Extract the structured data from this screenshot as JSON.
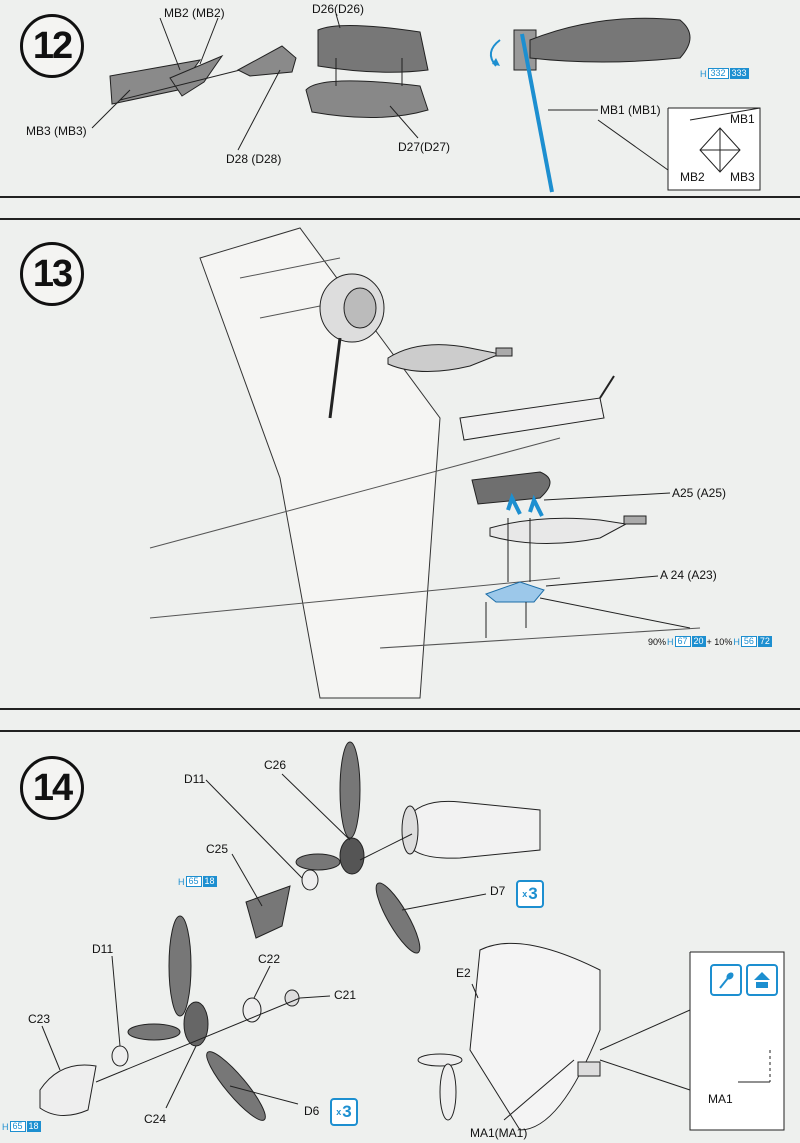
{
  "steps": {
    "s12": {
      "number": "12",
      "labels": {
        "mb2": "MB2 (MB2)",
        "d26": "D26(D26)",
        "mb3": "MB3 (MB3)",
        "d28": "D28 (D28)",
        "d27": "D27(D27)",
        "mb1": "MB1 (MB1)"
      },
      "paint": {
        "prefix": "H",
        "c1": "332",
        "c2": "333"
      },
      "inset": {
        "mb1": "MB1",
        "mb2": "MB2",
        "mb3": "MB3"
      }
    },
    "s13": {
      "number": "13",
      "labels": {
        "a25": "A25 (A25)",
        "a24": "A 24 (A23)"
      },
      "paint": {
        "pct1": "90%",
        "h1": "H",
        "c1a": "67",
        "c1b": "20",
        "plus": "+ 10%",
        "h2": "H",
        "c2a": "56",
        "c2b": "72"
      }
    },
    "s14": {
      "number": "14",
      "labels": {
        "c26": "C26",
        "d11a": "D11",
        "c25": "C25",
        "d7": "D7",
        "d11b": "D11",
        "c22": "C22",
        "c21": "C21",
        "c23": "C23",
        "c24": "C24",
        "d6": "D6",
        "e2": "E2",
        "ma1a": "MA1(MA1)",
        "ma1b": "MA1"
      },
      "paint_c25": {
        "h": "H",
        "a": "65",
        "b": "18"
      },
      "paint_c23": {
        "h": "H",
        "a": "65",
        "b": "18"
      },
      "x3_d7": {
        "x": "x",
        "n": "3"
      },
      "x3_d6": {
        "x": "x",
        "n": "3"
      }
    }
  },
  "colors": {
    "accent": "#1d8fd0",
    "part_gray": "#7a7a7a",
    "ink": "#111111",
    "paper": "#eef0ee"
  },
  "icons": [
    "rotate-arrow-icon",
    "brush-icon",
    "upload-icon"
  ]
}
